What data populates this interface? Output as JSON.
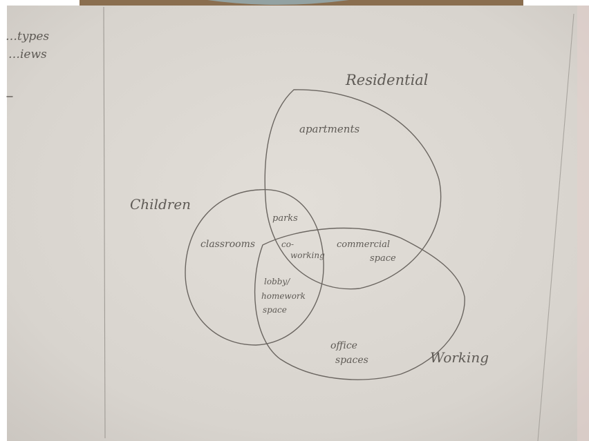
{
  "colors": {
    "paper": "#dcd8d2",
    "pencil": "#5e5a55",
    "wood": "#8a6e4f",
    "dish": "#93a2a2"
  },
  "margin_notes": {
    "line1": "…types",
    "line2": "…iews"
  },
  "diagram": {
    "type": "venn",
    "sets": {
      "residential": "Residential",
      "children": "Children",
      "working": "Working"
    },
    "regions": {
      "residential_only": "apartments",
      "children_only": "classrooms",
      "working_only_line1": "office",
      "working_only_line2": "spaces",
      "residential_children": "parks",
      "residential_working_line1": "commercial",
      "residential_working_line2": "space",
      "all_three_line1": "co-",
      "all_three_line2": "working",
      "children_working_line1": "lobby/",
      "children_working_line2": "homework",
      "children_working_line3": "space"
    }
  }
}
